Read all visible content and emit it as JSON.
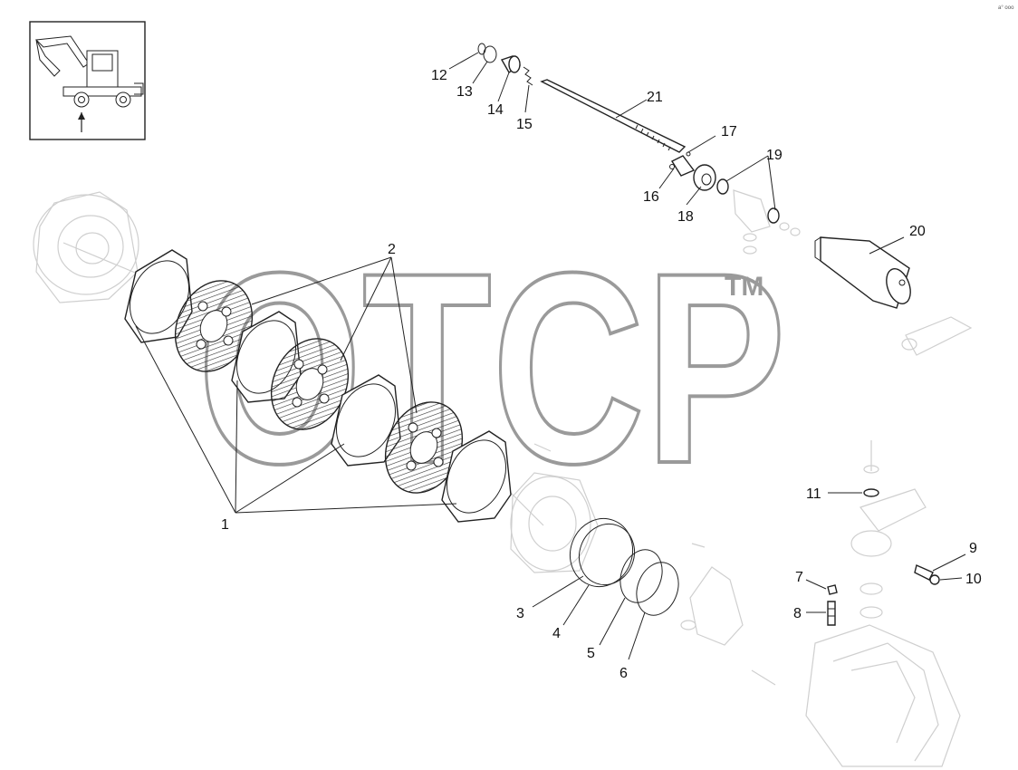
{
  "watermark": {
    "text": "OTCP",
    "tm": "TM"
  },
  "corner_code": "a° ooo",
  "callouts": {
    "c1": "1",
    "c2": "2",
    "c3": "3",
    "c4": "4",
    "c5": "5",
    "c6": "6",
    "c7": "7",
    "c8": "8",
    "c9": "9",
    "c10": "10",
    "c11": "11",
    "c12": "12",
    "c13": "13",
    "c14": "14",
    "c15": "15",
    "c16": "16",
    "c17": "17",
    "c18": "18",
    "c19": "19",
    "c20": "20",
    "c21": "21"
  },
  "colors": {
    "line": "#222222",
    "ghost": "#cfcfcf",
    "watermark": "#9a9a9a",
    "hatch": "#333333"
  }
}
